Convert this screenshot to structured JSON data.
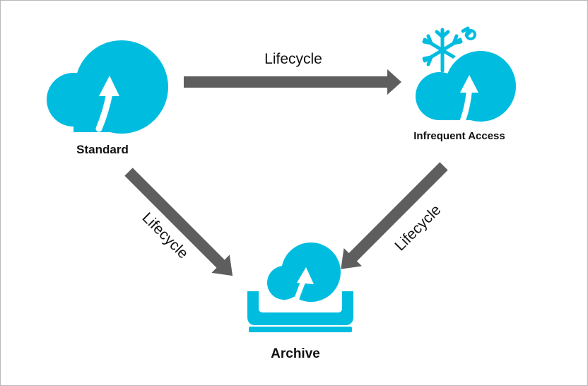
{
  "colors": {
    "icon": "#00bde0",
    "arrow": "#5e5e5e",
    "border": "#b9b9b9",
    "text": "#111111"
  },
  "nodes": {
    "standard": {
      "label": "Standard",
      "icon": "cloud-upload-icon"
    },
    "infrequent": {
      "label": "Infrequent Access",
      "icon": "snowflake-cloud-upload-icon"
    },
    "archive": {
      "label": "Archive",
      "icon": "archive-box-cloud-icon"
    }
  },
  "edges": {
    "standard_to_infrequent": "Lifecycle",
    "standard_to_archive": "Lifecycle",
    "infrequent_to_archive": "Lifecycle"
  }
}
